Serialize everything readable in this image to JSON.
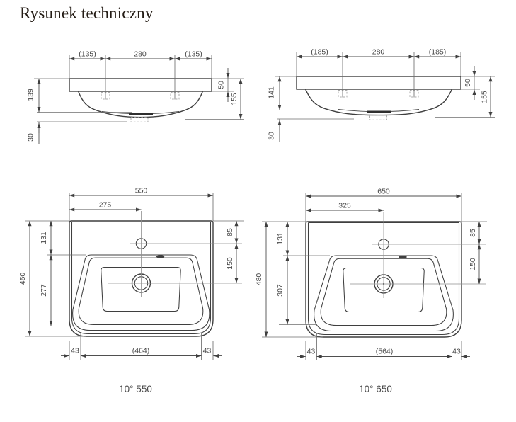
{
  "page": {
    "title": "Rysunek techniczny"
  },
  "colors": {
    "line": "#3f3f3f",
    "dim_text": "#474747",
    "divider": "#ebebeb",
    "background": "#ffffff"
  },
  "side_views": [
    {
      "dims": {
        "left_span": "(135)",
        "center_span": "280",
        "right_span": "(135)",
        "depth_to_bottom": "139",
        "bottom_offset": "30",
        "rim_height": "50",
        "total_height": "155"
      }
    },
    {
      "dims": {
        "left_span": "(185)",
        "center_span": "280",
        "right_span": "(185)",
        "depth_to_bottom": "141",
        "bottom_offset": "30",
        "rim_height": "50",
        "total_height": "155"
      }
    }
  ],
  "plan_views": [
    {
      "caption": "10° 550",
      "dims": {
        "overall_width": "550",
        "center_offset": "275",
        "overall_depth": "450",
        "back_edge_to_bowl": "131",
        "bowl_length": "277",
        "faucet_from_back": "85",
        "faucet_to_drain": "150",
        "left_margin": "43",
        "bowl_width": "(464)",
        "right_margin": "43"
      }
    },
    {
      "caption": "10° 650",
      "dims": {
        "overall_width": "650",
        "center_offset": "325",
        "overall_depth": "480",
        "back_edge_to_bowl": "131",
        "bowl_length": "307",
        "faucet_from_back": "85",
        "faucet_to_drain": "150",
        "left_margin": "43",
        "bowl_width": "(564)",
        "right_margin": "43"
      }
    }
  ]
}
